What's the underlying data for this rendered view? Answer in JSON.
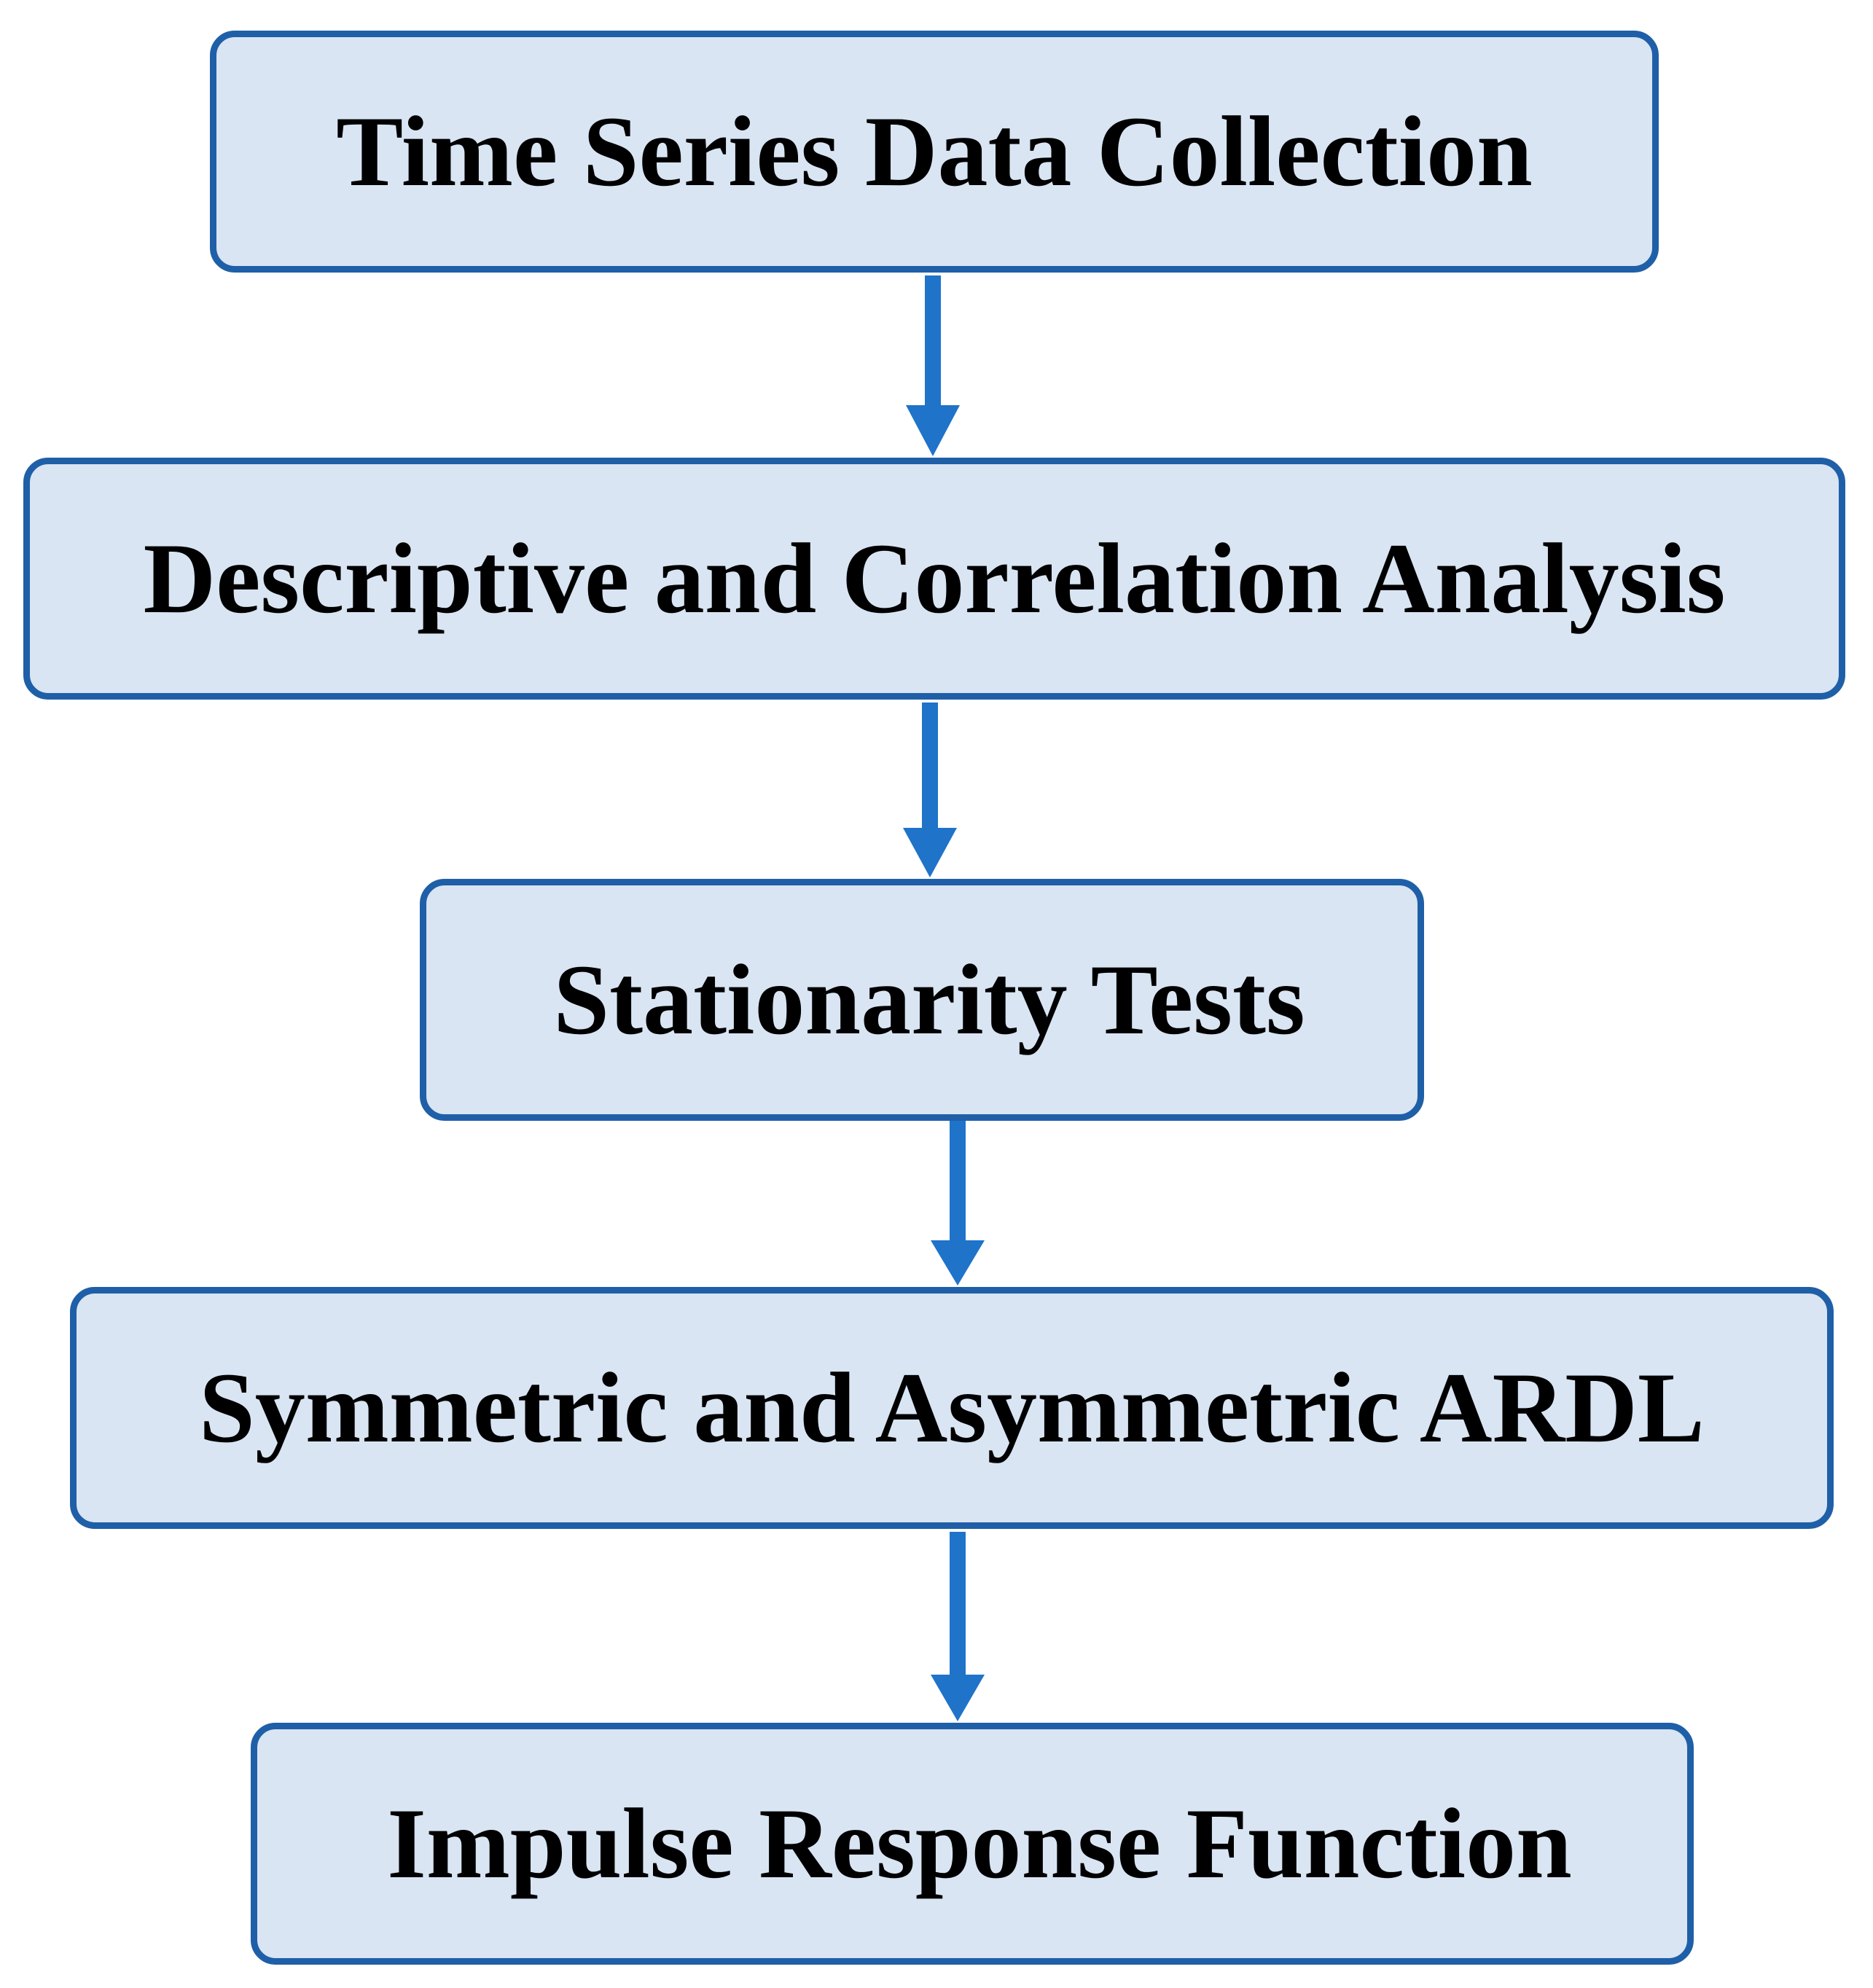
{
  "colors": {
    "box_fill": "#d9e5f3",
    "box_border": "#1f5fa8",
    "arrow": "#1f73c9",
    "text": "#000000"
  },
  "steps": [
    {
      "label": "Time Series Data Collection"
    },
    {
      "label": "Descriptive and Correlation Analysis"
    },
    {
      "label": "Stationarity Tests"
    },
    {
      "label": "Symmetric and Asymmetric ARDL"
    },
    {
      "label": "Impulse Response Function"
    }
  ]
}
